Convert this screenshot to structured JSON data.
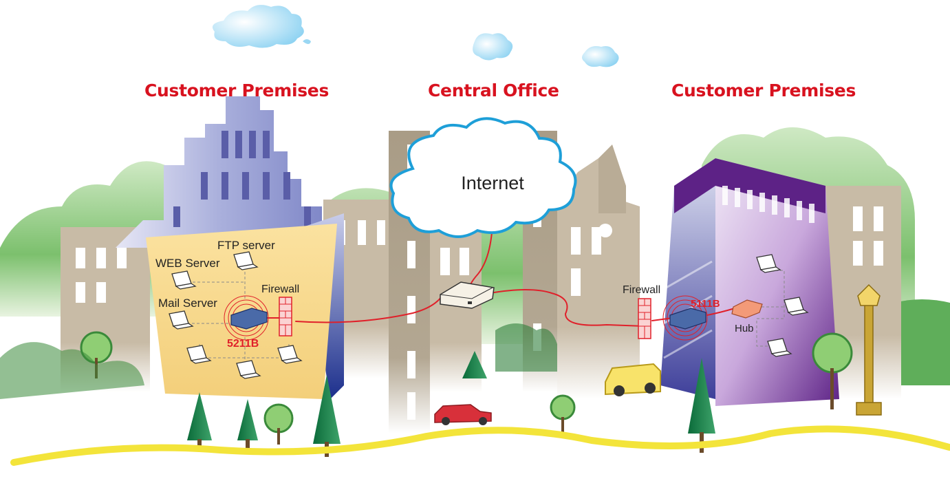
{
  "headings": {
    "left": "Customer Premises",
    "center": "Central Office",
    "right": "Customer Premises"
  },
  "cloud": {
    "label": "Internet"
  },
  "left_site": {
    "ftp": "FTP server",
    "web": "WEB Server",
    "mail": "Mail Server",
    "firewall": "Firewall",
    "router": "5211B"
  },
  "right_site": {
    "firewall": "Firewall",
    "router": "5111B",
    "hub": "Hub"
  },
  "colors": {
    "heading": "#d8121f",
    "link": "#e0202a",
    "cloud_outline": "#1e9fd8",
    "building_left": "#3b4fa0",
    "building_right": "#6b2a8f",
    "panel": "#f8d98a",
    "road": "#f3e43a"
  }
}
